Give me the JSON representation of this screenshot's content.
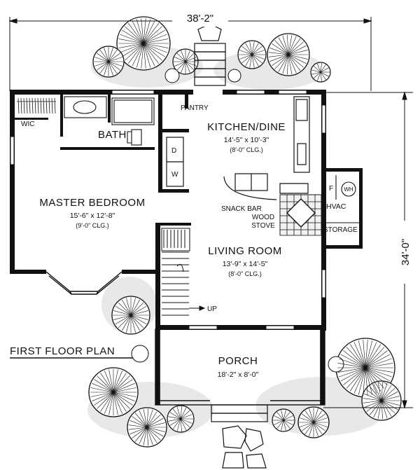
{
  "plan": {
    "title": "FIRST FLOOR PLAN",
    "overall_width": "38'-2\"",
    "overall_depth": "34'-0\"",
    "rooms": {
      "master_bedroom": {
        "name": "MASTER BEDROOM",
        "size": "15'-6\" x 12'-8\"",
        "ceiling": "(9'-0\" CLG.)"
      },
      "kitchen_dine": {
        "name": "KITCHEN/DINE",
        "size": "14'-5\" x 10'-3\"",
        "ceiling": "(8'-0\" CLG.)"
      },
      "living_room": {
        "name": "LIVING ROOM",
        "size": "13'-9\" x 14'-5\"",
        "ceiling": "(8'-0\" CLG.)"
      },
      "porch": {
        "name": "PORCH",
        "size": "18'-2\" x 8'-0\""
      }
    },
    "labels": {
      "wic": "WIC",
      "bath": "BATH",
      "pantry": "PANTRY",
      "washer": "W",
      "dryer": "D",
      "snack_bar": "SNACK BAR",
      "wood_stove_1": "WOOD",
      "wood_stove_2": "STOVE",
      "furnace": "F",
      "water_heater": "WH",
      "hvac": "HVAC",
      "storage": "STORAGE",
      "stair_up": "UP"
    }
  }
}
